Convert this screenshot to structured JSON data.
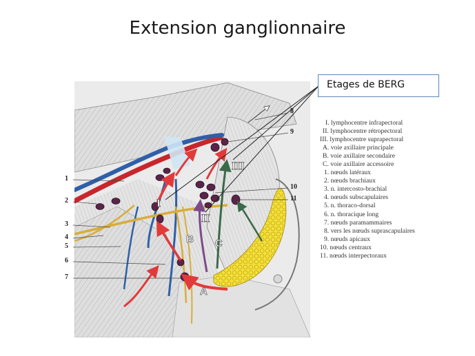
{
  "title": "Extension ganglionnaire",
  "berg_label": "Etages de BERG",
  "zones": {
    "I": "I",
    "II": "II",
    "III": "III"
  },
  "paths": {
    "A": "A",
    "B": "B",
    "C": "C"
  },
  "callouts": {
    "n1": "1",
    "n2": "2",
    "n3": "3",
    "n4": "4",
    "n5": "5",
    "n6": "6",
    "n7": "7",
    "n8": "8",
    "n9": "9",
    "n10": "10",
    "n11": "11"
  },
  "legend": [
    "I. lymphocentre infrapectoral",
    "II. lymphocentre rétropectoral",
    "III. lymphocentre suprapectoral",
    "A. voie axillaire principale",
    "B. voie axillaire secondaire",
    "C. voie axillaire accessoire",
    "1. nœuds latéraux",
    "2. nœuds brachiaux",
    "3. n. intercosto-brachial",
    "4. nœuds subscapulaires",
    "5. n. thoraco-dorsal",
    "6. n. thoracique long",
    "7. nœuds paramammaires",
    "8. vers les nœuds suprascapulaires",
    "9. nœuds apicaux",
    "10. nœuds centraux",
    "11. nœuds interpectoraux"
  ],
  "colors": {
    "artery": "#c8262c",
    "vein": "#2f5fa8",
    "node": "#5a2448",
    "nerve": "#d8ad3a",
    "fat": "#f3e13a",
    "arrow_red": "#e23a3a",
    "arrow_purple": "#7c4a8a",
    "arrow_green": "#3a6a48",
    "muscle": "#dcdcdc",
    "berg_border": "#5b87b8"
  }
}
